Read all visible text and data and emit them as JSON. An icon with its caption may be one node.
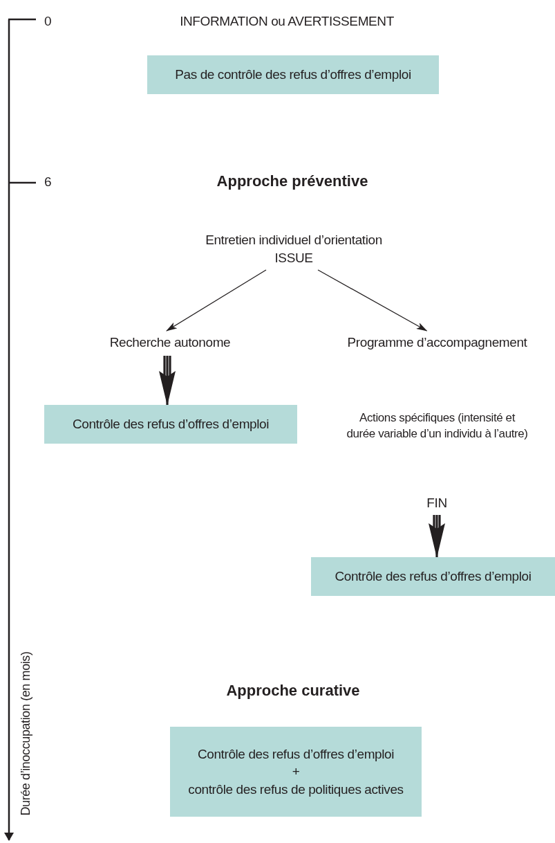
{
  "diagram": {
    "nodes": [
      {
        "text": [
          "Pas de contrôle des refus d’offres d’emploi"
        ]
      },
      {
        "text": [
          "Entretien individuel d’orientation",
          "ISSUE"
        ]
      },
      {
        "text": [
          "Recherche autonome"
        ]
      },
      {
        "text": [
          "Programme d’accompagnement"
        ]
      },
      {
        "text": [
          "Contrôle des refus d’offres d’emploi"
        ]
      },
      {
        "text": [
          "Actions spécifiques (intensité et durée variable d’un individu à l’autre)"
        ]
      },
      {
        "text": [
          "FIN"
        ]
      },
      {
        "text": [
          "Contrôle des refus d’offres d’emploi"
        ]
      },
      {
        "text": [
          "Contrôle des refus d’offres d’emploi",
          "+",
          "contrôle des refus de politiques actives"
        ]
      }
    ],
    "edges": [
      {
        "from": 1,
        "to": 2,
        "arrow": "to"
      },
      {
        "from": 1,
        "to": 3,
        "arrow": "to"
      },
      {
        "from": 2,
        "to": 4,
        "arrow": "to",
        "style": "thick"
      },
      {
        "from": 6,
        "to": 7,
        "arrow": "to",
        "style": "thick"
      }
    ],
    "labels": [
      "0",
      "INFORMATION ou AVERTISSEMENT",
      "6",
      "Approche préventive",
      "Approche curative",
      "Durée d’inoccupation (en mois)"
    ]
  }
}
